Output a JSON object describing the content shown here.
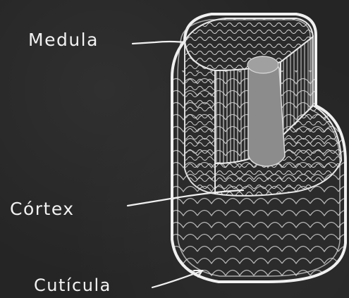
{
  "labels": {
    "medula": "Medula",
    "cortex": "Córtex",
    "cuticula": "Cutícula"
  },
  "colors": {
    "background": "#252525",
    "chalk": "#f0f0f0",
    "medulla_fill": "#8c8c8c"
  }
}
